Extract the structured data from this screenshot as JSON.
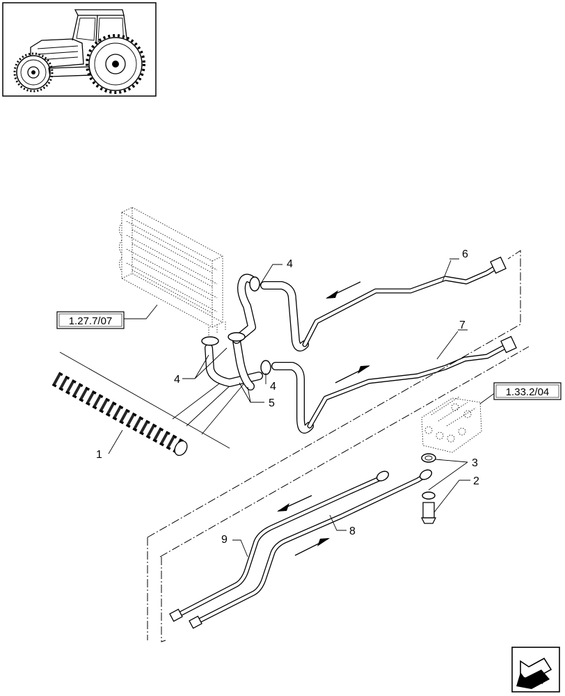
{
  "diagram": {
    "callouts": {
      "c1": "1",
      "c2": "2",
      "c3": "3",
      "c4a": "4",
      "c4b": "4",
      "c4c": "4",
      "c5": "5",
      "c6": "6",
      "c7": "7",
      "c8": "8",
      "c9": "9"
    },
    "references": {
      "radiator": "1.27.7/07",
      "valve": "1.33.2/04"
    }
  },
  "icons": {
    "thumbnail": "tractor-icon",
    "navigation": "previous-page-arrow-icon"
  }
}
